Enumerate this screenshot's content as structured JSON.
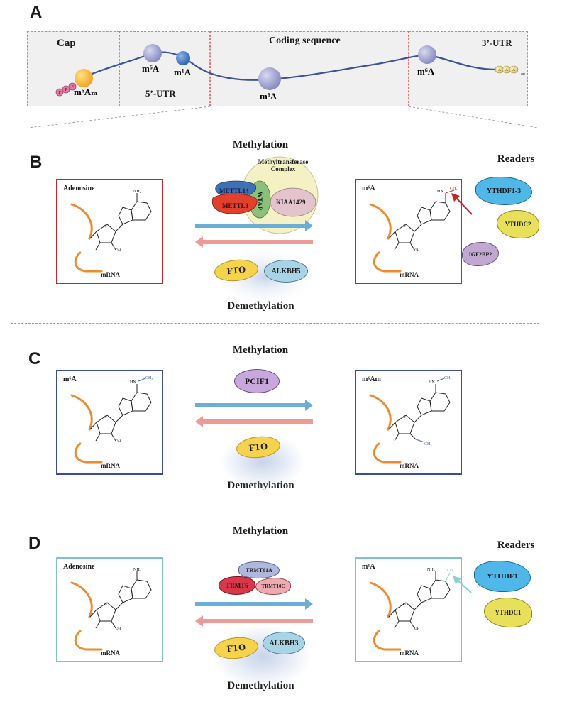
{
  "panels": {
    "a": "A",
    "b": "B",
    "c": "C",
    "d": "D"
  },
  "panel_a": {
    "cap": "Cap",
    "coding_sequence": "Coding sequence",
    "utr3": "3’-UTR",
    "utr5": "5’-UTR",
    "m6am": "m⁶Aₘ",
    "m6a_1": "m⁶A",
    "m1a": "m¹A",
    "m6a_2": "m⁶A",
    "m6a_3": "m⁶A",
    "ppp": [
      "P",
      "P",
      "P"
    ],
    "polya": [
      "A",
      "A",
      "A"
    ],
    "oh": "OH"
  },
  "panel_b": {
    "methylation": "Methylation",
    "demethylation": "Demethylation",
    "readers": "Readers",
    "left_label": "Adenosine",
    "right_label": "m⁶A",
    "mrna": "mRNA",
    "complex": "Methyltransferase Complex",
    "writers": [
      "METTL14",
      "METTL3",
      "WTAP",
      "KIAA1429"
    ],
    "erasers": [
      "FTO",
      "ALKBH5"
    ],
    "reader_list": [
      "YTHDF1-3",
      "YTHDC2",
      "IGF2BP2"
    ]
  },
  "panel_c": {
    "methylation": "Methylation",
    "demethylation": "Demethylation",
    "left_label": "m⁶A",
    "right_label": "m⁶Am",
    "mrna": "mRNA",
    "writer": "PCIF1",
    "eraser": "FTO"
  },
  "panel_d": {
    "methylation": "Methylation",
    "demethylation": "Demethylation",
    "readers": "Readers",
    "left_label": "Adenosine",
    "right_label": "m¹A",
    "mrna": "mRNA",
    "writers": [
      "TRMT61A",
      "TRMT6",
      "TRMT10C"
    ],
    "erasers": [
      "FTO",
      "ALKBH3"
    ],
    "reader_list": [
      "YTHDF1",
      "YTHDC1"
    ]
  },
  "chem": {
    "nh2": "NH₂",
    "nh": "HN",
    "n": "N",
    "ch3": "CH₃",
    "oh": "OH",
    "o": "O"
  },
  "colors": {
    "segment_border": "#e07a72",
    "box_b": "#c0262c",
    "box_c": "#3b4f8e",
    "box_d": "#7cc4c8",
    "arrow_forward": "#6aaed6",
    "arrow_reverse": "#ee9a96",
    "mrna_orange": "#ef8a2e",
    "methyl_red": "#cc2a2a",
    "methyl_blue": "#3d63b5",
    "methyl_cyan": "#8ccfd4"
  }
}
